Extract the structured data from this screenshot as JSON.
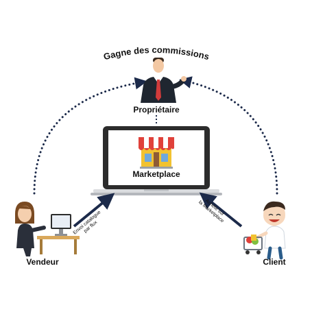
{
  "headline": "Gagne des commissions",
  "actors": {
    "owner": {
      "label": "Propriétaire"
    },
    "marketplace": {
      "label": "Marketplace"
    },
    "seller": {
      "label": "Vendeur"
    },
    "client": {
      "label": "Client"
    }
  },
  "flows": {
    "seller_to_market": {
      "line1": "Envoi catalogue",
      "line2": "par flux"
    },
    "client_to_market": {
      "line1": "Achète sur",
      "line2": "la Marketplace"
    }
  },
  "colors": {
    "arrow": "#1c2a4a",
    "awning_red": "#e0413a",
    "shop_wall": "#f2c230",
    "tie": "#d23b3b",
    "suit": "#1f2630"
  },
  "icons": {
    "owner": "businessman-icon",
    "store": "storefront-icon",
    "seller": "woman-at-computer-icon",
    "client": "shopper-with-cart-icon"
  }
}
